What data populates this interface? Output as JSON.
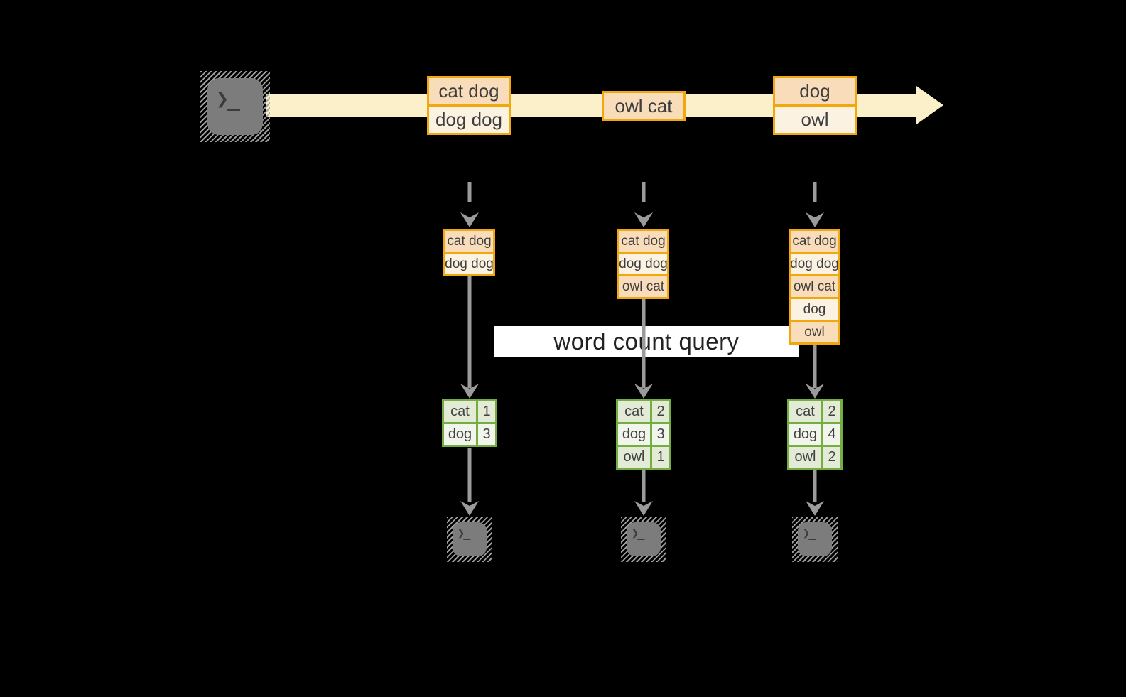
{
  "banner": {
    "label": "word count query"
  },
  "icons": {
    "terminal_prompt_glyph": "❯_"
  },
  "colors": {
    "background": "#000000",
    "stream_arrow": "#FBF0CA",
    "event_border_orange": "#F0A80C",
    "event_fill_peach": "#F9DDBB",
    "event_fill_cream": "#FCF2E2",
    "table_border_green": "#74AD40",
    "table_fill_dark": "#E3EBD7",
    "table_fill_light": "#F1F5EB",
    "connector_gray": "#9B9B9B",
    "terminal_gray": "#7C7C7C",
    "banner_background": "#FFFFFF",
    "text_dark": "#3D3D3D"
  },
  "timeline": {
    "events": [
      {
        "cells": [
          "cat dog",
          "dog dog"
        ]
      },
      {
        "cells": [
          "owl cat"
        ]
      },
      {
        "cells": [
          "dog",
          "owl"
        ]
      }
    ]
  },
  "columns": [
    {
      "buffer": [
        "cat dog",
        "dog dog"
      ],
      "counts": [
        {
          "word": "cat",
          "count": 1
        },
        {
          "word": "dog",
          "count": 3
        }
      ]
    },
    {
      "buffer": [
        "cat dog",
        "dog dog",
        "owl cat"
      ],
      "counts": [
        {
          "word": "cat",
          "count": 2
        },
        {
          "word": "dog",
          "count": 3
        },
        {
          "word": "owl",
          "count": 1
        }
      ]
    },
    {
      "buffer": [
        "cat dog",
        "dog dog",
        "owl cat",
        "dog",
        "owl"
      ],
      "counts": [
        {
          "word": "cat",
          "count": 2
        },
        {
          "word": "dog",
          "count": 4
        },
        {
          "word": "owl",
          "count": 2
        }
      ]
    }
  ]
}
